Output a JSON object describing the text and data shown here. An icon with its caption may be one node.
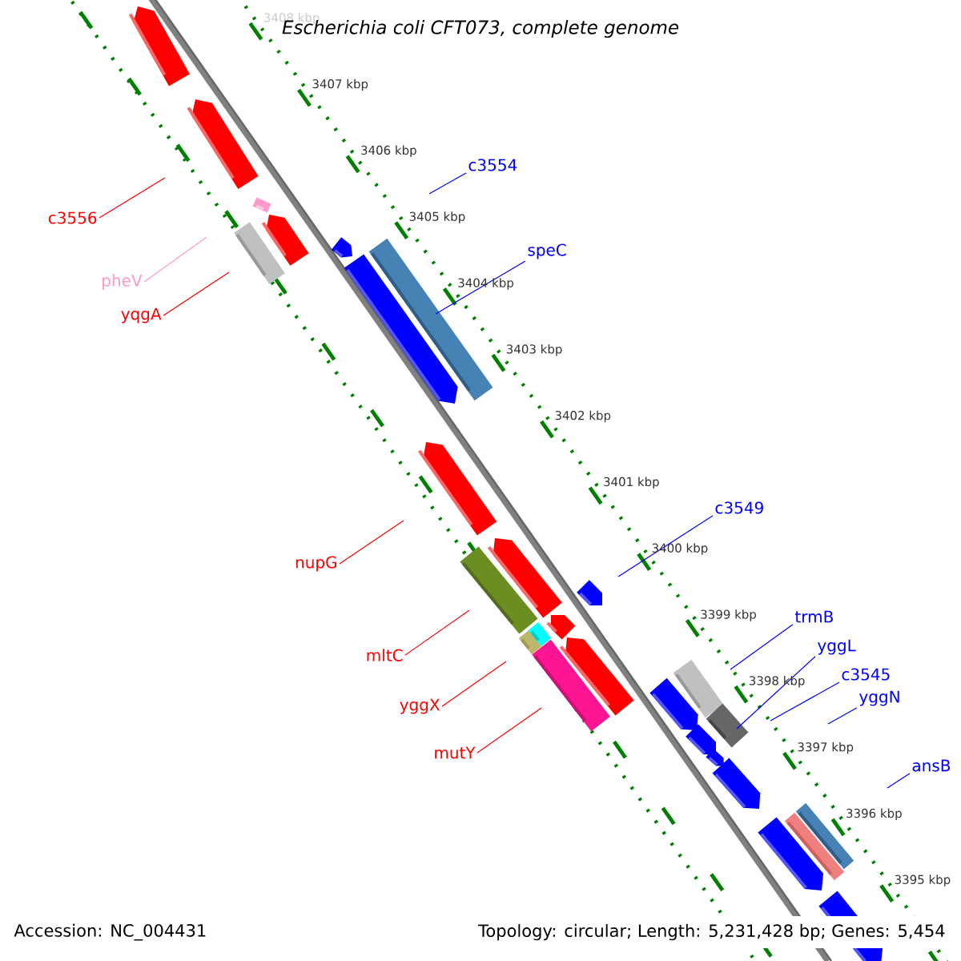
{
  "diagram": {
    "title": "Escherichia coli CFT073, complete genome",
    "nodes": [
      {
        "text": [
          "c3554"
        ]
      },
      {
        "text": [
          "c3556"
        ]
      },
      {
        "text": [
          "speC"
        ]
      },
      {
        "text": [
          "pheV"
        ]
      },
      {
        "text": [
          "yqgA"
        ]
      },
      {
        "text": [
          "c3549"
        ]
      },
      {
        "text": [
          "nupG"
        ]
      },
      {
        "text": [
          "trmB"
        ]
      },
      {
        "text": [
          "yggL"
        ]
      },
      {
        "text": [
          "mltC"
        ]
      },
      {
        "text": [
          "c3545"
        ]
      },
      {
        "text": [
          "yggN"
        ]
      },
      {
        "text": [
          "yggX"
        ]
      },
      {
        "text": [
          "mutY"
        ]
      },
      {
        "text": [
          "ansB"
        ]
      }
    ],
    "edges": [
      {
        "from": 0,
        "to": null,
        "arrow": "none"
      },
      {
        "from": 1,
        "to": null,
        "arrow": "none",
        "color": "#ff0000"
      },
      {
        "from": 2,
        "to": null,
        "arrow": "none"
      },
      {
        "from": 3,
        "to": null,
        "arrow": "none",
        "color": "#ff99cc"
      },
      {
        "from": 4,
        "to": null,
        "arrow": "none",
        "color": "#ff0000"
      },
      {
        "from": 5,
        "to": null,
        "arrow": "none"
      },
      {
        "from": 6,
        "to": null,
        "arrow": "none",
        "color": "#ff0000"
      },
      {
        "from": 7,
        "to": null,
        "arrow": "none"
      },
      {
        "from": 8,
        "to": null,
        "arrow": "none"
      },
      {
        "from": 9,
        "to": null,
        "arrow": "none",
        "color": "#ff0000"
      },
      {
        "from": 10,
        "to": null,
        "arrow": "none"
      },
      {
        "from": 11,
        "to": null,
        "arrow": "none"
      },
      {
        "from": 12,
        "to": null,
        "arrow": "none",
        "color": "#ff0000"
      },
      {
        "from": 13,
        "to": null,
        "arrow": "none",
        "color": "#ff0000"
      },
      {
        "from": 14,
        "to": null,
        "arrow": "none"
      }
    ],
    "labels": [
      "3408 kbp",
      "3407 kbp",
      "3406 kbp",
      "3405 kbp",
      "3404 kbp",
      "3403 kbp",
      "3402 kbp",
      "3401 kbp",
      "3400 kbp",
      "3399 kbp",
      "3398 kbp",
      "3397 kbp",
      "3396 kbp",
      "3395 kbp",
      "Accession: NC_004431",
      "Topology: circular; Length: 5,231,428 bp; Genes: 5,454"
    ]
  }
}
